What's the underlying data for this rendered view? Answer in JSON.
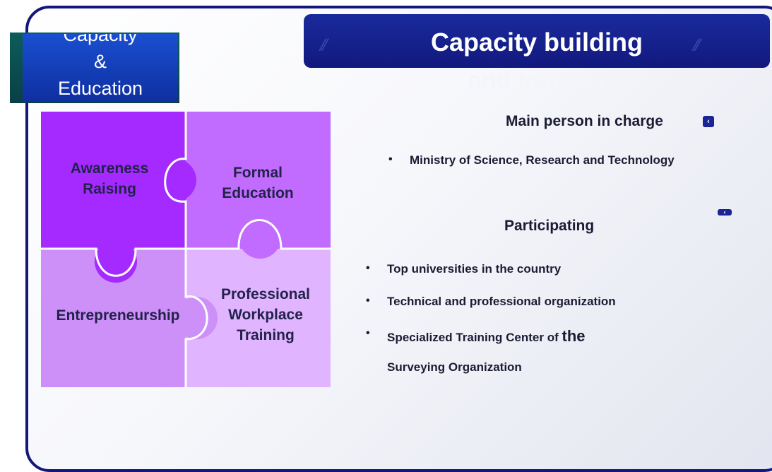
{
  "tab": {
    "text": "Capacity\n&\nEducation"
  },
  "title": {
    "line1": "Capacity building",
    "line2": "and training"
  },
  "puzzle": {
    "top_left": "Awareness\nRaising",
    "top_right": "Formal\nEducation",
    "bottom_left": "Entrepreneurship",
    "bottom_right": "Professional\nWorkplace\nTraining"
  },
  "main_person": {
    "heading": "Main person in charge",
    "items": [
      "Ministry of Science, Research and Technology"
    ]
  },
  "participating": {
    "heading": "Participating",
    "items": [
      "Top universities in the country",
      "Technical and professional organization"
    ],
    "last_item_prefix": "Specialized Training Center of ",
    "last_item_emph": "the",
    "last_item_line2": "Surveying Organization"
  },
  "colors": {
    "frame": "#14177a",
    "title_bar": "#12197e",
    "piece_1": "#a42aff",
    "piece_2": "#c16cff",
    "piece_3": "#cd8ff8",
    "piece_4": "#e0b4ff"
  },
  "icons": [
    "arrow-marker-icon",
    "arrow-marker-icon",
    "bullet-icon"
  ]
}
